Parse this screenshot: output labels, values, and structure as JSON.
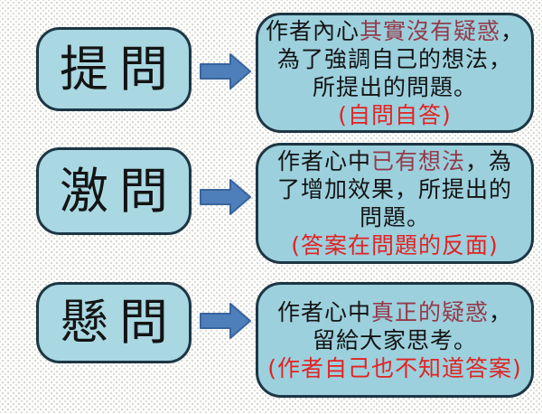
{
  "slide_title": "",
  "colors": {
    "box_fill_left": "#a9d7e2",
    "box_fill_right": "#9cd0dd",
    "box_border": "#1c3644",
    "arrow_fill": "#4f7fba",
    "arrow_stroke": "#38649c",
    "text_black": "#141414",
    "text_dark_red": "#943a4a",
    "text_bright_red": "#e32222"
  },
  "rows": [
    {
      "term": "提問",
      "explanation_lines": [
        [
          {
            "t": "作者內心",
            "c": "black"
          },
          {
            "t": "其實沒有疑惑",
            "c": "dark_red"
          },
          {
            "t": "，",
            "c": "black"
          }
        ],
        [
          {
            "t": "為了強調自己的想法，",
            "c": "black"
          }
        ],
        [
          {
            "t": "所提出的問題。",
            "c": "black"
          }
        ],
        [
          {
            "t": "(自問自答)",
            "c": "bright_red"
          }
        ]
      ]
    },
    {
      "term": "激問",
      "explanation_lines": [
        [
          {
            "t": "作者心中",
            "c": "black"
          },
          {
            "t": "已有想法",
            "c": "dark_red"
          },
          {
            "t": "，為",
            "c": "black"
          }
        ],
        [
          {
            "t": "了增加效果，所提出的",
            "c": "black"
          }
        ],
        [
          {
            "t": "問題。",
            "c": "black"
          }
        ],
        [
          {
            "t": "(答案在問題的反面)",
            "c": "bright_red"
          }
        ]
      ]
    },
    {
      "term": "懸問",
      "explanation_lines": [
        [
          {
            "t": "作者心中",
            "c": "black"
          },
          {
            "t": "真正的疑惑",
            "c": "dark_red"
          },
          {
            "t": "，",
            "c": "black"
          }
        ],
        [
          {
            "t": "留給大家思考。",
            "c": "black"
          }
        ],
        [
          {
            "t": "(作者自己也不知道答案)",
            "c": "bright_red"
          }
        ]
      ]
    }
  ]
}
